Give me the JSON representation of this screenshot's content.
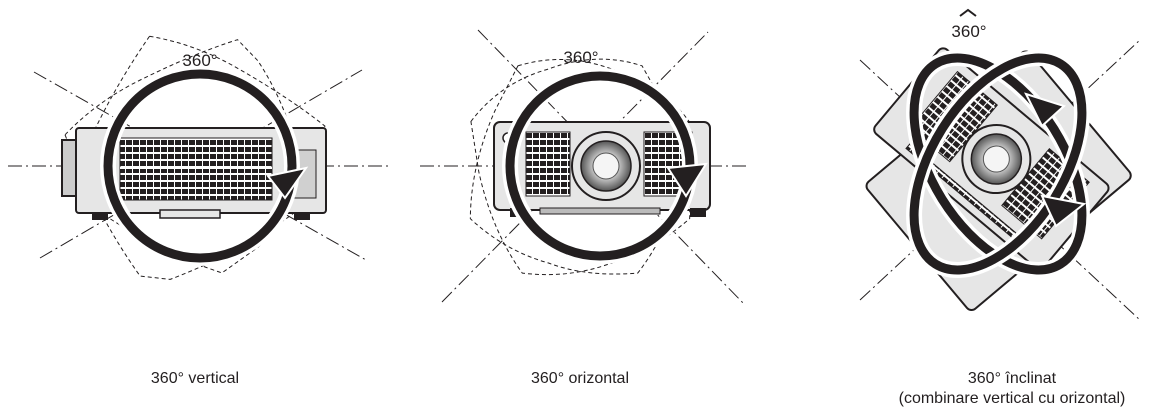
{
  "diagram": {
    "panels": [
      {
        "id": "vertical",
        "angle_label": "360°",
        "caption": "360° vertical",
        "caption_sub": ""
      },
      {
        "id": "horizontal",
        "angle_label": "360°",
        "caption": "360° orizontal",
        "caption_sub": ""
      },
      {
        "id": "tilted",
        "angle_label": "360°",
        "caption": "360° înclinat",
        "caption_sub": "(combinare vertical cu orizontal)"
      }
    ],
    "colors": {
      "ink": "#231f20",
      "body": "#e6e6e6",
      "background": "#ffffff"
    }
  }
}
